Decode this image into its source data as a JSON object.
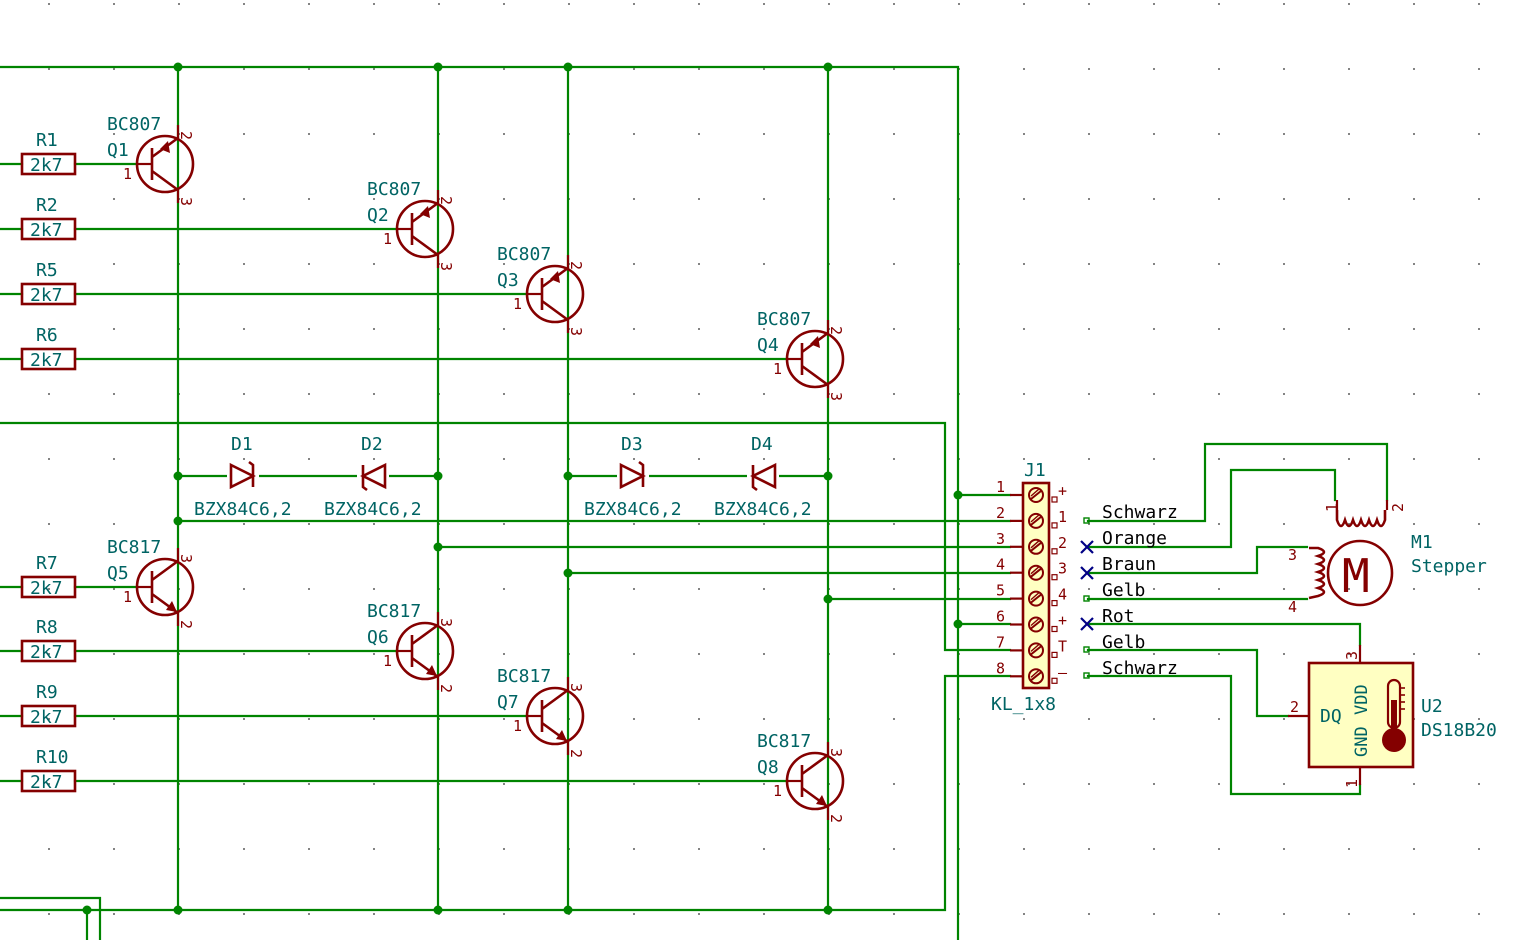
{
  "resistors": [
    {
      "ref": "R1",
      "value": "2k7"
    },
    {
      "ref": "R2",
      "value": "2k7"
    },
    {
      "ref": "R5",
      "value": "2k7"
    },
    {
      "ref": "R6",
      "value": "2k7"
    },
    {
      "ref": "R7",
      "value": "2k7"
    },
    {
      "ref": "R8",
      "value": "2k7"
    },
    {
      "ref": "R9",
      "value": "2k7"
    },
    {
      "ref": "R10",
      "value": "2k7"
    }
  ],
  "transistors": [
    {
      "ref": "Q1",
      "value": "BC807",
      "pins": [
        "1",
        "2",
        "3"
      ]
    },
    {
      "ref": "Q2",
      "value": "BC807",
      "pins": [
        "1",
        "2",
        "3"
      ]
    },
    {
      "ref": "Q3",
      "value": "BC807",
      "pins": [
        "1",
        "2",
        "3"
      ]
    },
    {
      "ref": "Q4",
      "value": "BC807",
      "pins": [
        "1",
        "2",
        "3"
      ]
    },
    {
      "ref": "Q5",
      "value": "BC817",
      "pins": [
        "1",
        "3",
        "2"
      ]
    },
    {
      "ref": "Q6",
      "value": "BC817",
      "pins": [
        "1",
        "3",
        "2"
      ]
    },
    {
      "ref": "Q7",
      "value": "BC817",
      "pins": [
        "1",
        "3",
        "2"
      ]
    },
    {
      "ref": "Q8",
      "value": "BC817",
      "pins": [
        "1",
        "3",
        "2"
      ]
    }
  ],
  "diodes": [
    {
      "ref": "D1",
      "value": "BZX84C6,2"
    },
    {
      "ref": "D2",
      "value": "BZX84C6,2"
    },
    {
      "ref": "D3",
      "value": "BZX84C6,2"
    },
    {
      "ref": "D4",
      "value": "BZX84C6,2"
    }
  ],
  "connector": {
    "ref": "J1",
    "value": "KL_1x8",
    "pins": [
      "1",
      "2",
      "3",
      "4",
      "5",
      "6",
      "7",
      "8"
    ],
    "side_marks": [
      "+",
      "1",
      "2",
      "3",
      "4",
      "+",
      "T",
      "–"
    ]
  },
  "wire_labels": [
    "Schwarz",
    "Orange",
    "Braun",
    "Gelb",
    "Rot",
    "Gelb",
    "Schwarz"
  ],
  "motor": {
    "ref": "M1",
    "value": "Stepper",
    "symbol": "M",
    "pins": [
      "1",
      "2",
      "3",
      "4"
    ]
  },
  "sensor": {
    "ref": "U2",
    "value": "DS18B20",
    "pin_names": [
      "DQ",
      "GND",
      "VDD"
    ],
    "pins": [
      "2",
      "1",
      "3"
    ]
  },
  "colors": {
    "wire": "#008400",
    "symbol": "#840000",
    "symbol_fill": "#ffffc2",
    "reference_text": "#006464",
    "no_connect": "#000084",
    "grid": "#848484"
  }
}
